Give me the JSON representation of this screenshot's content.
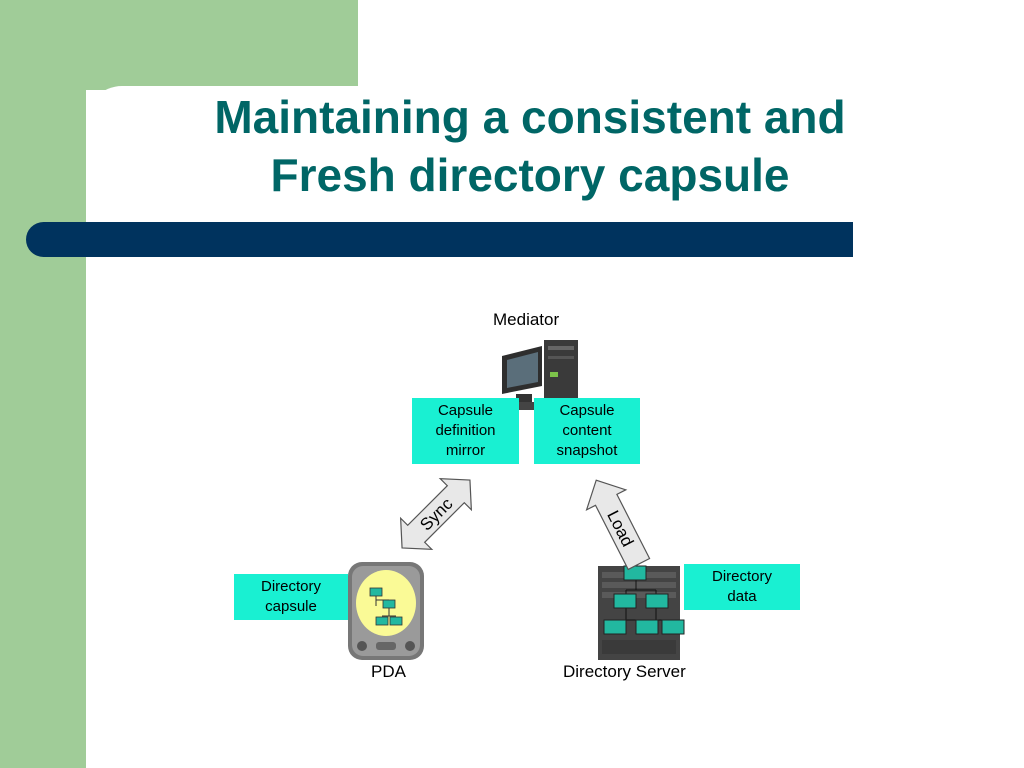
{
  "colors": {
    "side_green": "#a0cc98",
    "title_teal": "#006666",
    "bar_navy": "#00335e",
    "box_cyan": "#19f0d2"
  },
  "slide": {
    "title_lines": [
      "Maintaining a consistent and",
      "Fresh directory capsule"
    ]
  },
  "diagram": {
    "nodes": {
      "mediator": {
        "label": "Mediator",
        "icon": "desktop-computer-icon"
      },
      "pda": {
        "label": "PDA",
        "icon": "pda-device-icon"
      },
      "server": {
        "label": "Directory Server",
        "icon": "server-tower-icon"
      }
    },
    "boxes": {
      "capsule_definition_mirror": [
        "Capsule",
        "definition",
        "mirror"
      ],
      "capsule_content_snapshot": [
        "Capsule",
        "content",
        "snapshot"
      ],
      "directory_capsule": [
        "Directory",
        "capsule"
      ],
      "directory_data": [
        "Directory",
        "data"
      ]
    },
    "arrows": {
      "sync": {
        "label": "Sync",
        "icon": "double-arrow-icon"
      },
      "load": {
        "label": "Load",
        "icon": "single-arrow-icon"
      }
    }
  }
}
